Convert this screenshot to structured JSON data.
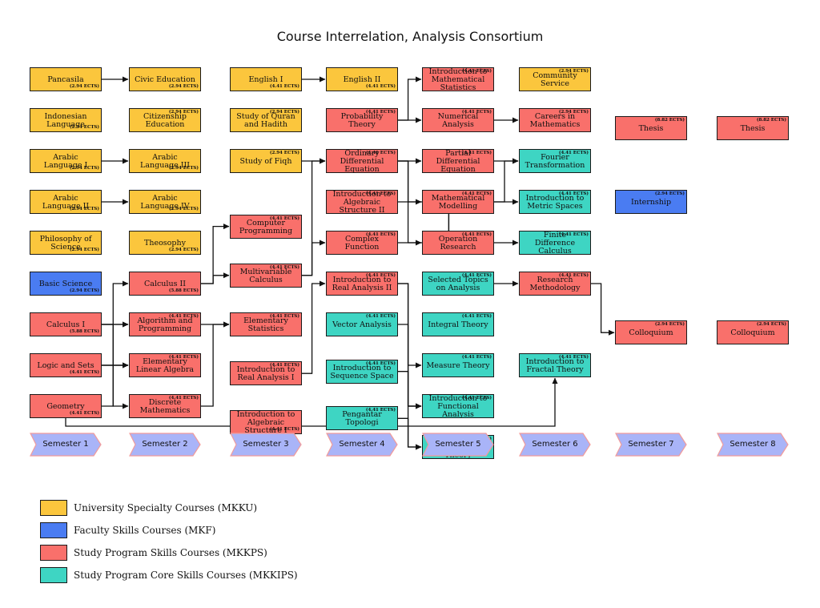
{
  "title": "Course Interrelation, Analysis Consortium",
  "colors": {
    "MKKU": "#fbc63d",
    "MKF": "#4a7cf2",
    "MKKPS": "#f9706b",
    "MKKIPS": "#3ed5c3",
    "semester": "#a9b4f8",
    "semester_border": "#f29b9b"
  },
  "courses": [
    {
      "id": "pancasila",
      "name": "Pancasila",
      "ects": "(2.94 ECTS)",
      "cat": "MKKU",
      "sem": 1,
      "row": 0,
      "pos": "bottom"
    },
    {
      "id": "indonesian",
      "name": "Indonesian Language",
      "ects": "(2.94 ECTS)",
      "cat": "MKKU",
      "sem": 1,
      "row": 1,
      "pos": "bottom"
    },
    {
      "id": "arabic1",
      "name": "Arabic Language I",
      "ects": "(2.94 ECTS)",
      "cat": "MKKU",
      "sem": 1,
      "row": 2,
      "pos": "bottom"
    },
    {
      "id": "arabic2",
      "name": "Arabic Language II",
      "ects": "(2.94 ECTS)",
      "cat": "MKKU",
      "sem": 1,
      "row": 3,
      "pos": "bottom"
    },
    {
      "id": "philosophy",
      "name": "Philosophy of Science",
      "ects": "(2.94 ECTS)",
      "cat": "MKKU",
      "sem": 1,
      "row": 4,
      "pos": "bottom"
    },
    {
      "id": "basicsci",
      "name": "Basic Science",
      "ects": "(2.94 ECTS)",
      "cat": "MKF",
      "sem": 1,
      "row": 5,
      "pos": "bottom"
    },
    {
      "id": "calc1",
      "name": "Calculus I",
      "ects": "(5.88 ECTS)",
      "cat": "MKKPS",
      "sem": 1,
      "row": 6,
      "pos": "bottom"
    },
    {
      "id": "logic",
      "name": "Logic and Sets",
      "ects": "(4.41 ECTS)",
      "cat": "MKKPS",
      "sem": 1,
      "row": 7,
      "pos": "bottom"
    },
    {
      "id": "geometry",
      "name": "Geometry",
      "ects": "(4.41 ECTS)",
      "cat": "MKKPS",
      "sem": 1,
      "row": 8,
      "pos": "bottom"
    },
    {
      "id": "civic",
      "name": "Civic Education",
      "ects": "(2.94 ECTS)",
      "cat": "MKKU",
      "sem": 2,
      "row": 0,
      "pos": "bottom"
    },
    {
      "id": "citizen",
      "name": "Citizenship Education",
      "ects": "(2.94 ECTS)",
      "cat": "MKKU",
      "sem": 2,
      "row": 1,
      "pos": "top"
    },
    {
      "id": "arabic3",
      "name": "Arabic Language III",
      "ects": "(2.94 ECTS)",
      "cat": "MKKU",
      "sem": 2,
      "row": 2,
      "pos": "bottom"
    },
    {
      "id": "arabic4",
      "name": "Arabic Language IV",
      "ects": "(2.94 ECTS)",
      "cat": "MKKU",
      "sem": 2,
      "row": 3,
      "pos": "bottom"
    },
    {
      "id": "theosophy",
      "name": "Theosophy",
      "ects": "(2.94 ECTS)",
      "cat": "MKKU",
      "sem": 2,
      "row": 4,
      "pos": "bottom"
    },
    {
      "id": "calc2",
      "name": "Calculus II",
      "ects": "(5.88 ECTS)",
      "cat": "MKKPS",
      "sem": 2,
      "row": 5,
      "pos": "bottom"
    },
    {
      "id": "algoprog",
      "name": "Algorithm and Programming",
      "ects": "(4.41 ECTS)",
      "cat": "MKKPS",
      "sem": 2,
      "row": 6,
      "pos": "top"
    },
    {
      "id": "linalg",
      "name": "Elementary Linear Algebra",
      "ects": "(4.41 ECTS)",
      "cat": "MKKPS",
      "sem": 2,
      "row": 7,
      "pos": "top"
    },
    {
      "id": "discrete",
      "name": "Discrete Mathematics",
      "ects": "(4.41 ECTS)",
      "cat": "MKKPS",
      "sem": 2,
      "row": 8,
      "pos": "top"
    },
    {
      "id": "english1",
      "name": "English I",
      "ects": "(4.41 ECTS)",
      "cat": "MKKU",
      "sem": 3,
      "row": 0,
      "pos": "bottom"
    },
    {
      "id": "quran",
      "name": "Study of Quran and Hadith",
      "ects": "(2.94 ECTS)",
      "cat": "MKKU",
      "sem": 3,
      "row": 1,
      "pos": "top"
    },
    {
      "id": "fiqh",
      "name": "Study of Fiqh",
      "ects": "(2.94 ECTS)",
      "cat": "MKKU",
      "sem": 3,
      "row": 2,
      "pos": "top"
    },
    {
      "id": "comprog",
      "name": "Computer Programming",
      "ects": "(4.41 ECTS)",
      "cat": "MKKPS",
      "sem": 3,
      "row": 3.6,
      "pos": "top"
    },
    {
      "id": "multivar",
      "name": "Multivariable Calculus",
      "ects": "(4.41 ECTS)",
      "cat": "MKKPS",
      "sem": 3,
      "row": 4.8,
      "pos": "top"
    },
    {
      "id": "elemstat",
      "name": "Elementary Statistics",
      "ects": "(4.41 ECTS)",
      "cat": "MKKPS",
      "sem": 3,
      "row": 6,
      "pos": "top"
    },
    {
      "id": "realan1",
      "name": "Introduction to Real Analysis I",
      "ects": "(4.41 ECTS)",
      "cat": "MKKPS",
      "sem": 3,
      "row": 7.2,
      "pos": "top"
    },
    {
      "id": "algstr1",
      "name": "Introduction to Algebraic Structure I",
      "ects": "(4.41 ECTS)",
      "cat": "MKKPS",
      "sem": 3,
      "row": 8.4,
      "pos": "bottom"
    },
    {
      "id": "english2",
      "name": "English II",
      "ects": "(4.41 ECTS)",
      "cat": "MKKU",
      "sem": 4,
      "row": 0,
      "pos": "bottom"
    },
    {
      "id": "probability",
      "name": "Probability Theory",
      "ects": "(4.41 ECTS)",
      "cat": "MKKPS",
      "sem": 4,
      "row": 1,
      "pos": "top"
    },
    {
      "id": "ode",
      "name": "Ordinary Differential Equation",
      "ects": "(4.41 ECTS)",
      "cat": "MKKPS",
      "sem": 4,
      "row": 2,
      "pos": "top"
    },
    {
      "id": "algstr2",
      "name": "Introduction to Algebraic Structure II",
      "ects": "(4.41 ECTS)",
      "cat": "MKKPS",
      "sem": 4,
      "row": 3,
      "pos": "top"
    },
    {
      "id": "complex",
      "name": "Complex Function",
      "ects": "(4.41 ECTS)",
      "cat": "MKKPS",
      "sem": 4,
      "row": 4,
      "pos": "top"
    },
    {
      "id": "realan2",
      "name": "Introduction to Real Analysis II",
      "ects": "(4.41 ECTS)",
      "cat": "MKKPS",
      "sem": 4,
      "row": 5,
      "pos": "top"
    },
    {
      "id": "vector",
      "name": "Vector Analysis",
      "ects": "(4.41 ECTS)",
      "cat": "MKKIPS",
      "sem": 4,
      "row": 6,
      "pos": "top"
    },
    {
      "id": "sequence",
      "name": "Introduction to Sequence Space",
      "ects": "(4.41 ECTS)",
      "cat": "MKKIPS",
      "sem": 4,
      "row": 7.15,
      "pos": "top"
    },
    {
      "id": "topology",
      "name": "Pengantar Topologi",
      "ects": "(4.41 ECTS)",
      "cat": "MKKIPS",
      "sem": 4,
      "row": 8.3,
      "pos": "top"
    },
    {
      "id": "mathstat",
      "name": "Introduction to Mathematical Statistics",
      "ects": "(4.41 ECTS)",
      "cat": "MKKPS",
      "sem": 5,
      "row": 0,
      "pos": "top"
    },
    {
      "id": "numerical",
      "name": "Numerical Analysis",
      "ects": "(4.41 ECTS)",
      "cat": "MKKPS",
      "sem": 5,
      "row": 1,
      "pos": "top"
    },
    {
      "id": "pde",
      "name": "Partial Differential Equation",
      "ects": "(4.41 ECTS)",
      "cat": "MKKPS",
      "sem": 5,
      "row": 2,
      "pos": "top"
    },
    {
      "id": "modelling",
      "name": "Mathematical Modelling",
      "ects": "(4.41 ECTS)",
      "cat": "MKKPS",
      "sem": 5,
      "row": 3,
      "pos": "top"
    },
    {
      "id": "opres",
      "name": "Operation Research",
      "ects": "(4.41 ECTS)",
      "cat": "MKKPS",
      "sem": 5,
      "row": 4,
      "pos": "top"
    },
    {
      "id": "selected",
      "name": "Selected Topics on Analysis",
      "ects": "(4.41 ECTS)",
      "cat": "MKKIPS",
      "sem": 5,
      "row": 5,
      "pos": "top"
    },
    {
      "id": "integral",
      "name": "Integral Theory",
      "ects": "(4.41 ECTS)",
      "cat": "MKKIPS",
      "sem": 5,
      "row": 6,
      "pos": "top"
    },
    {
      "id": "measure",
      "name": "Measure Theory",
      "ects": "(4.41 ECTS)",
      "cat": "MKKIPS",
      "sem": 5,
      "row": 7,
      "pos": "top"
    },
    {
      "id": "functional",
      "name": "Introduction to Functional Analysis",
      "ects": "(4.41 ECTS)",
      "cat": "MKKIPS",
      "sem": 5,
      "row": 8,
      "pos": "top"
    },
    {
      "id": "operator",
      "name": "Introduction to Operator Theory",
      "ects": "(4.41 ECTS)",
      "cat": "MKKIPS",
      "sem": 5,
      "row": 9,
      "pos": "top"
    },
    {
      "id": "community",
      "name": "Community Service",
      "ects": "(2.94 ECTS)",
      "cat": "MKKU",
      "sem": 6,
      "row": 0,
      "pos": "top"
    },
    {
      "id": "careers",
      "name": "Careers in Mathematics",
      "ects": "(2.94 ECTS)",
      "cat": "MKKPS",
      "sem": 6,
      "row": 1,
      "pos": "top"
    },
    {
      "id": "fourier",
      "name": "Fourier Transformation",
      "ects": "(4.41 ECTS)",
      "cat": "MKKIPS",
      "sem": 6,
      "row": 2,
      "pos": "top"
    },
    {
      "id": "metric",
      "name": "Introduction to Metric Spaces",
      "ects": "(4.41 ECTS)",
      "cat": "MKKIPS",
      "sem": 6,
      "row": 3,
      "pos": "top"
    },
    {
      "id": "finitediff",
      "name": "Finite Difference Calculus",
      "ects": "(4.41 ECTS)",
      "cat": "MKKIPS",
      "sem": 6,
      "row": 4,
      "pos": "top"
    },
    {
      "id": "research",
      "name": "Research Methodology",
      "ects": "(4.41 ECTS)",
      "cat": "MKKPS",
      "sem": 6,
      "row": 5,
      "pos": "top"
    },
    {
      "id": "fractal",
      "name": "Introduction to Fractal Theory",
      "ects": "(4.41 ECTS)",
      "cat": "MKKIPS",
      "sem": 6,
      "row": 7,
      "pos": "top"
    },
    {
      "id": "thesis7",
      "name": "Thesis",
      "ects": "(8.82 ECTS)",
      "cat": "MKKPS",
      "sem": 7,
      "row": 1.2,
      "pos": "top"
    },
    {
      "id": "internship",
      "name": "Internship",
      "ects": "(2.94 ECTS)",
      "cat": "MKF",
      "sem": 7,
      "row": 3,
      "pos": "top"
    },
    {
      "id": "colloq7",
      "name": "Colloquium",
      "ects": "(2.94 ECTS)",
      "cat": "MKKPS",
      "sem": 7,
      "row": 6.2,
      "pos": "top"
    },
    {
      "id": "thesis8",
      "name": "Thesis",
      "ects": "(8.82 ECTS)",
      "cat": "MKKPS",
      "sem": 8,
      "row": 1.2,
      "pos": "top"
    },
    {
      "id": "colloq8",
      "name": "Colloquium",
      "ects": "(2.94 ECTS)",
      "cat": "MKKPS",
      "sem": 8,
      "row": 6.2,
      "pos": "top"
    }
  ],
  "links": [
    [
      "pancasila",
      "civic"
    ],
    [
      "arabic1",
      "arabic3"
    ],
    [
      "arabic2",
      "arabic4"
    ],
    [
      "english1",
      "english2"
    ],
    [
      "calc1",
      "calc2"
    ],
    [
      "calc1",
      "algoprog"
    ],
    [
      "calc1",
      "linalg"
    ],
    [
      "logic",
      "linalg"
    ],
    [
      "logic",
      "discrete"
    ],
    [
      "logic",
      "algoprog"
    ],
    [
      "geometry",
      "linalg"
    ],
    [
      "geometry",
      "fractal"
    ],
    [
      "calc2",
      "comprog"
    ],
    [
      "calc2",
      "multivar"
    ],
    [
      "algoprog",
      "elemstat"
    ],
    [
      "discrete",
      "elemstat"
    ],
    [
      "fiqh",
      "ode"
    ],
    [
      "multivar",
      "ode"
    ],
    [
      "multivar",
      "complex"
    ],
    [
      "realan1",
      "realan2"
    ],
    [
      "probability",
      "mathstat"
    ],
    [
      "probability",
      "numerical"
    ],
    [
      "ode",
      "pde"
    ],
    [
      "ode",
      "modelling"
    ],
    [
      "ode",
      "opres"
    ],
    [
      "algstr2",
      "finitediff"
    ],
    [
      "complex",
      "metric"
    ],
    [
      "realan2",
      "measure"
    ],
    [
      "realan2",
      "functional"
    ],
    [
      "vector",
      "functional"
    ],
    [
      "sequence",
      "operator"
    ],
    [
      "sequence",
      "functional"
    ],
    [
      "topology",
      "operator"
    ],
    [
      "numerical",
      "careers"
    ],
    [
      "pde",
      "fourier"
    ],
    [
      "modelling",
      "fourier"
    ],
    [
      "selected",
      "research"
    ],
    [
      "research",
      "colloq7"
    ]
  ],
  "semesters": [
    "Semester 1",
    "Semester 2",
    "Semester 3",
    "Semester 4",
    "Semester 5",
    "Semester 6",
    "Semester 7",
    "Semester 8"
  ],
  "legend": [
    {
      "cat": "MKKU",
      "label": "University Specialty Courses (MKKU)"
    },
    {
      "cat": "MKF",
      "label": "Faculty Skills Courses (MKF)"
    },
    {
      "cat": "MKKPS",
      "label": "Study Program Skills Courses (MKKPS)"
    },
    {
      "cat": "MKKIPS",
      "label": "Study Program Core Skills Courses (MKKIPS)"
    }
  ]
}
